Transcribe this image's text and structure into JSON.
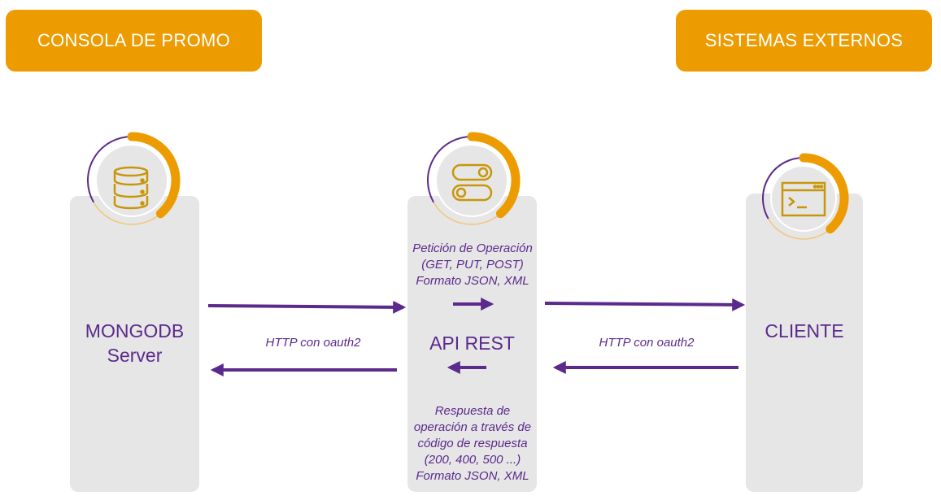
{
  "headers": {
    "left": "CONSOLA DE PROMO",
    "right": "SISTEMAS EXTERNOS"
  },
  "nodes": {
    "mongodb": {
      "line1": "MONGODB",
      "line2": "Server",
      "icon": "database-icon"
    },
    "api": {
      "label": "API REST",
      "icon": "toggle-switches-icon"
    },
    "cliente": {
      "label": "CLIENTE",
      "icon": "terminal-window-icon"
    }
  },
  "notes": {
    "request": [
      "Petición de Operación",
      "(GET, PUT, POST)",
      "Formato JSON, XML"
    ],
    "response": [
      "Respuesta de",
      "operación a través de",
      "código de respuesta",
      "(200, 400, 500 ...)",
      "Formato JSON, XML"
    ],
    "http_left": "HTTP con oauth2",
    "http_right": "HTTP con oauth2"
  },
  "colors": {
    "orange": "#ec9c00",
    "purple": "#5b2a8c",
    "panel": "#e6e6e6",
    "icon_gold": "#c8960a"
  }
}
